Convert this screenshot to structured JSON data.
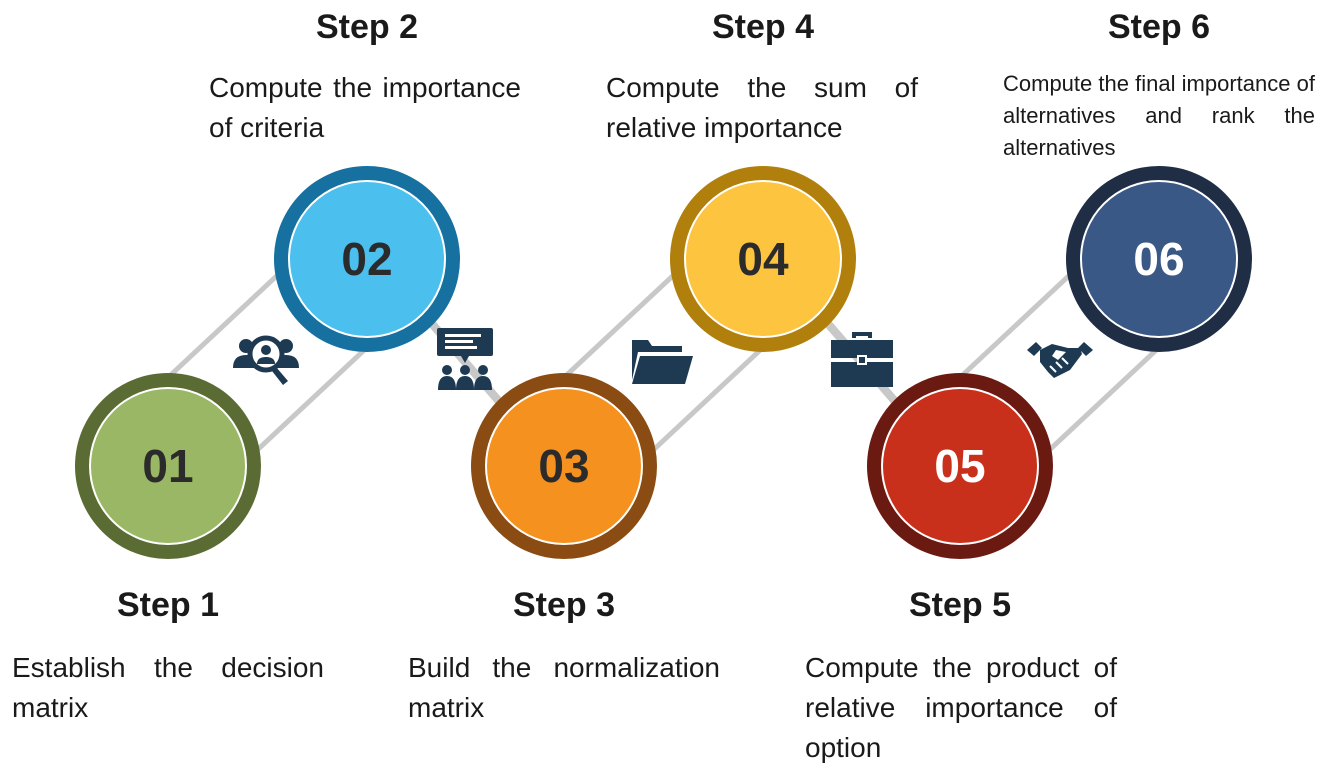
{
  "steps": [
    {
      "number": "01",
      "title": "Step 1",
      "description": "Establish the decision matrix",
      "fill": "#9ab766",
      "ring": "#5a6b33",
      "number_color": "#2b2b2b"
    },
    {
      "number": "02",
      "title": "Step 2",
      "description": "Compute the importance of criteria",
      "fill": "#4bbfee",
      "ring": "#1670a0",
      "number_color": "#2b2b2b"
    },
    {
      "number": "03",
      "title": "Step 3",
      "description": "Build the normalization matrix",
      "fill": "#f5921f",
      "ring": "#8a4c12",
      "number_color": "#2b2b2b"
    },
    {
      "number": "04",
      "title": "Step 4",
      "description": "Compute the sum of relative importance",
      "fill": "#fdc43f",
      "ring": "#b07f0c",
      "number_color": "#2b2b2b"
    },
    {
      "number": "05",
      "title": "Step 5",
      "description": "Compute the product of relative importance of option",
      "fill": "#c9301c",
      "ring": "#6b1a12",
      "number_color": "#ffffff"
    },
    {
      "number": "06",
      "title": "Step 6",
      "description": "Compute the final importance of alternatives and rank the alternatives",
      "fill": "#3a5886",
      "ring": "#1f2e45",
      "number_color": "#ffffff"
    }
  ],
  "icons": [
    "people-search-icon",
    "presentation-audience-icon",
    "folder-icon",
    "briefcase-icon",
    "handshake-icon"
  ],
  "colors": {
    "connector": "#c8c8c8",
    "icon": "#1d3a52",
    "ring_outline": "#ffffff"
  }
}
